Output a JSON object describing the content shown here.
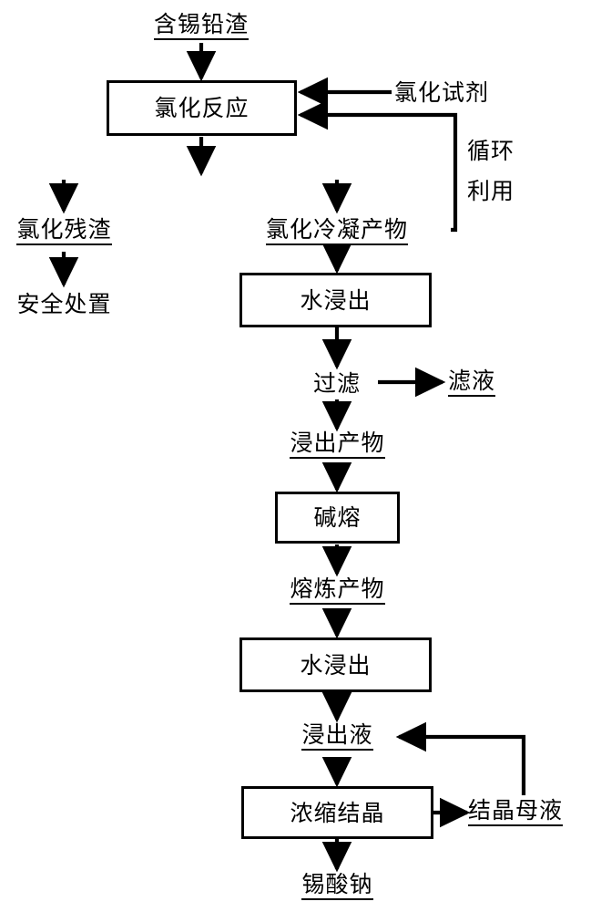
{
  "diagram": {
    "type": "process-flowchart",
    "title": "含锡铅渣制取锡酸钠工艺流程图",
    "language": "zh-CN",
    "colors": {
      "stroke": "#000000",
      "fill": "#ffffff",
      "text": "#000000"
    },
    "nodes": [
      {
        "id": "n1",
        "label": "含锡铅渣",
        "shape": "label",
        "underline": true
      },
      {
        "id": "n2",
        "label": "氯化反应",
        "shape": "box",
        "underline": false
      },
      {
        "id": "n3",
        "label": "氯化试剂",
        "shape": "label",
        "underline": false
      },
      {
        "id": "n4",
        "label": "循环",
        "shape": "label",
        "underline": false
      },
      {
        "id": "n5",
        "label": "利用",
        "shape": "label",
        "underline": false
      },
      {
        "id": "n6",
        "label": "氯化残渣",
        "shape": "label",
        "underline": true
      },
      {
        "id": "n7",
        "label": "氯化冷凝产物",
        "shape": "label",
        "underline": true
      },
      {
        "id": "n8",
        "label": "安全处置",
        "shape": "label",
        "underline": false
      },
      {
        "id": "n9",
        "label": "水浸出",
        "shape": "box",
        "underline": false
      },
      {
        "id": "n10",
        "label": "过滤",
        "shape": "label",
        "underline": false
      },
      {
        "id": "n11",
        "label": "滤液",
        "shape": "label",
        "underline": true
      },
      {
        "id": "n12",
        "label": "浸出产物",
        "shape": "label",
        "underline": true
      },
      {
        "id": "n13",
        "label": "碱熔",
        "shape": "box",
        "underline": false
      },
      {
        "id": "n14",
        "label": "熔炼产物",
        "shape": "label",
        "underline": true
      },
      {
        "id": "n15",
        "label": "水浸出",
        "shape": "box",
        "underline": false
      },
      {
        "id": "n16",
        "label": "浸出液",
        "shape": "label",
        "underline": true
      },
      {
        "id": "n17",
        "label": "浓缩结晶",
        "shape": "box",
        "underline": false
      },
      {
        "id": "n18",
        "label": "结晶母液",
        "shape": "label",
        "underline": true
      },
      {
        "id": "n19",
        "label": "锡酸钠",
        "shape": "label",
        "underline": true
      }
    ],
    "edges": [
      {
        "from": "n1",
        "to": "n2",
        "kind": "arrow-down"
      },
      {
        "from": "n3",
        "to": "n2",
        "kind": "arrow-left"
      },
      {
        "from": "n7",
        "to": "n2",
        "kind": "recycle-loop",
        "annotation": "循环利用"
      },
      {
        "from": "n2",
        "to": "n6",
        "kind": "split-left"
      },
      {
        "from": "n2",
        "to": "n7",
        "kind": "split-right"
      },
      {
        "from": "n6",
        "to": "n8",
        "kind": "arrow-down"
      },
      {
        "from": "n7",
        "to": "n9",
        "kind": "arrow-down"
      },
      {
        "from": "n9",
        "to": "n10",
        "kind": "arrow-down"
      },
      {
        "from": "n10",
        "to": "n11",
        "kind": "arrow-right"
      },
      {
        "from": "n10",
        "to": "n12",
        "kind": "arrow-down"
      },
      {
        "from": "n12",
        "to": "n13",
        "kind": "arrow-down"
      },
      {
        "from": "n13",
        "to": "n14",
        "kind": "arrow-down"
      },
      {
        "from": "n14",
        "to": "n15",
        "kind": "arrow-down"
      },
      {
        "from": "n15",
        "to": "n16",
        "kind": "arrow-down"
      },
      {
        "from": "n16",
        "to": "n17",
        "kind": "arrow-down"
      },
      {
        "from": "n17",
        "to": "n18",
        "kind": "arrow-right"
      },
      {
        "from": "n18",
        "to": "n16",
        "kind": "recycle-loop"
      },
      {
        "from": "n17",
        "to": "n19",
        "kind": "arrow-down"
      }
    ]
  }
}
